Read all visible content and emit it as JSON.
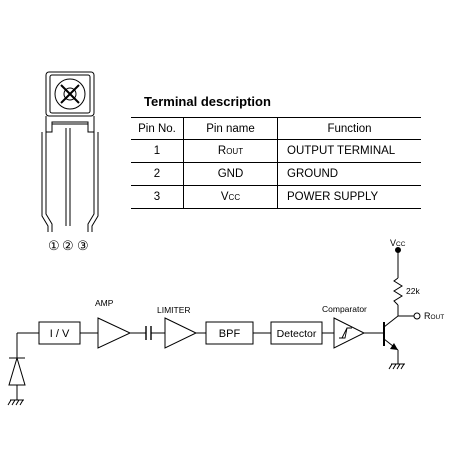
{
  "terminal_description": {
    "title": "Terminal description",
    "headers": [
      "Pin No.",
      "Pin name",
      "Function"
    ],
    "rows": [
      {
        "pin": "1",
        "name_main": "R",
        "name_sub": "OUT",
        "function": "OUTPUT TERMINAL"
      },
      {
        "pin": "2",
        "name_main": "GND",
        "name_sub": "",
        "function": "GROUND"
      },
      {
        "pin": "3",
        "name_main": "V",
        "name_sub": "CC",
        "function": "POWER SUPPLY"
      }
    ]
  },
  "package": {
    "pin_markers": [
      "①",
      "②",
      "③"
    ]
  },
  "circuit": {
    "blocks": {
      "iv": "I / V",
      "bpf": "BPF",
      "detector": "Detector"
    },
    "stage_labels": {
      "amp": "AMP",
      "limiter": "LIMITER",
      "comparator": "Comparator"
    },
    "vcc_label_main": "V",
    "vcc_label_sub": "CC",
    "resistor_value": "22k",
    "rout_label_main": "R",
    "rout_label_sub": "OUT"
  }
}
